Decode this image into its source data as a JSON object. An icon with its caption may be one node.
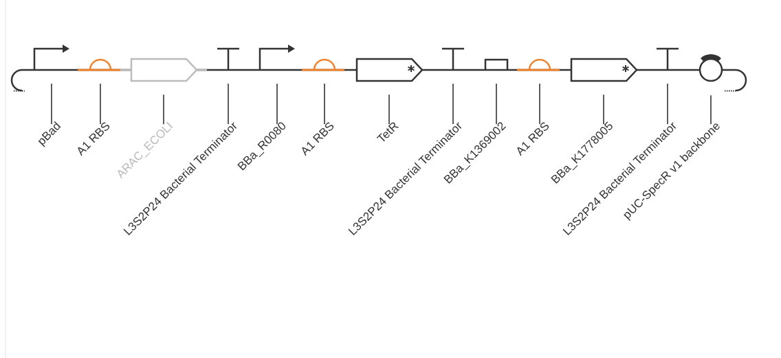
{
  "diagram": {
    "nodes": [
      {
        "text": [],
        "shape": "bent-arrow"
      },
      {
        "text": [],
        "shape": "semicircle"
      },
      {
        "text": [],
        "shape": "pentagon"
      },
      {
        "text": [],
        "shape": "terminator"
      },
      {
        "text": [],
        "shape": "bent-arrow"
      },
      {
        "text": [],
        "shape": "semicircle"
      },
      {
        "text": [],
        "shape": "pentagon"
      },
      {
        "text": [],
        "shape": "terminator"
      },
      {
        "text": [],
        "shape": "box"
      },
      {
        "text": [],
        "shape": "semicircle"
      },
      {
        "text": [],
        "shape": "pentagon"
      },
      {
        "text": [],
        "shape": "terminator"
      },
      {
        "text": [],
        "shape": "circle"
      },
      {
        "text": [
          "pBad"
        ]
      },
      {
        "text": [
          "A1 RBS"
        ]
      },
      {
        "text": [
          "ARAC_ECOLI"
        ]
      },
      {
        "text": [
          "L3S2P24 Bacterial Terminator"
        ]
      },
      {
        "text": [
          "BBa_R0080"
        ]
      },
      {
        "text": [
          "A1 RBS"
        ]
      },
      {
        "text": [
          "TetR"
        ]
      },
      {
        "text": [
          "L3S2P24 Bacterial Terminator"
        ]
      },
      {
        "text": [
          "BBa_K1369002"
        ]
      },
      {
        "text": [
          "A1 RBS"
        ]
      },
      {
        "text": [
          "BBa_K1778005"
        ]
      },
      {
        "text": [
          "L3S2P24 Bacterial Terminator"
        ]
      },
      {
        "text": [
          "pUC-SpecR v1 backbone"
        ]
      }
    ],
    "edges": [
      {
        "from": 13,
        "to": 0,
        "arrow": "none"
      },
      {
        "from": 14,
        "to": 1,
        "arrow": "none"
      },
      {
        "from": 15,
        "to": 2,
        "arrow": "none"
      },
      {
        "from": 16,
        "to": 3,
        "arrow": "none"
      },
      {
        "from": 17,
        "to": 4,
        "arrow": "none"
      },
      {
        "from": 18,
        "to": 5,
        "arrow": "none"
      },
      {
        "from": 19,
        "to": 6,
        "arrow": "none"
      },
      {
        "from": 20,
        "to": 7,
        "arrow": "none"
      },
      {
        "from": 21,
        "to": 8,
        "arrow": "none"
      },
      {
        "from": 22,
        "to": 9,
        "arrow": "none"
      },
      {
        "from": 23,
        "to": 10,
        "arrow": "none"
      },
      {
        "from": 24,
        "to": 11,
        "arrow": "none"
      },
      {
        "from": 25,
        "to": 12,
        "arrow": "none"
      }
    ]
  }
}
